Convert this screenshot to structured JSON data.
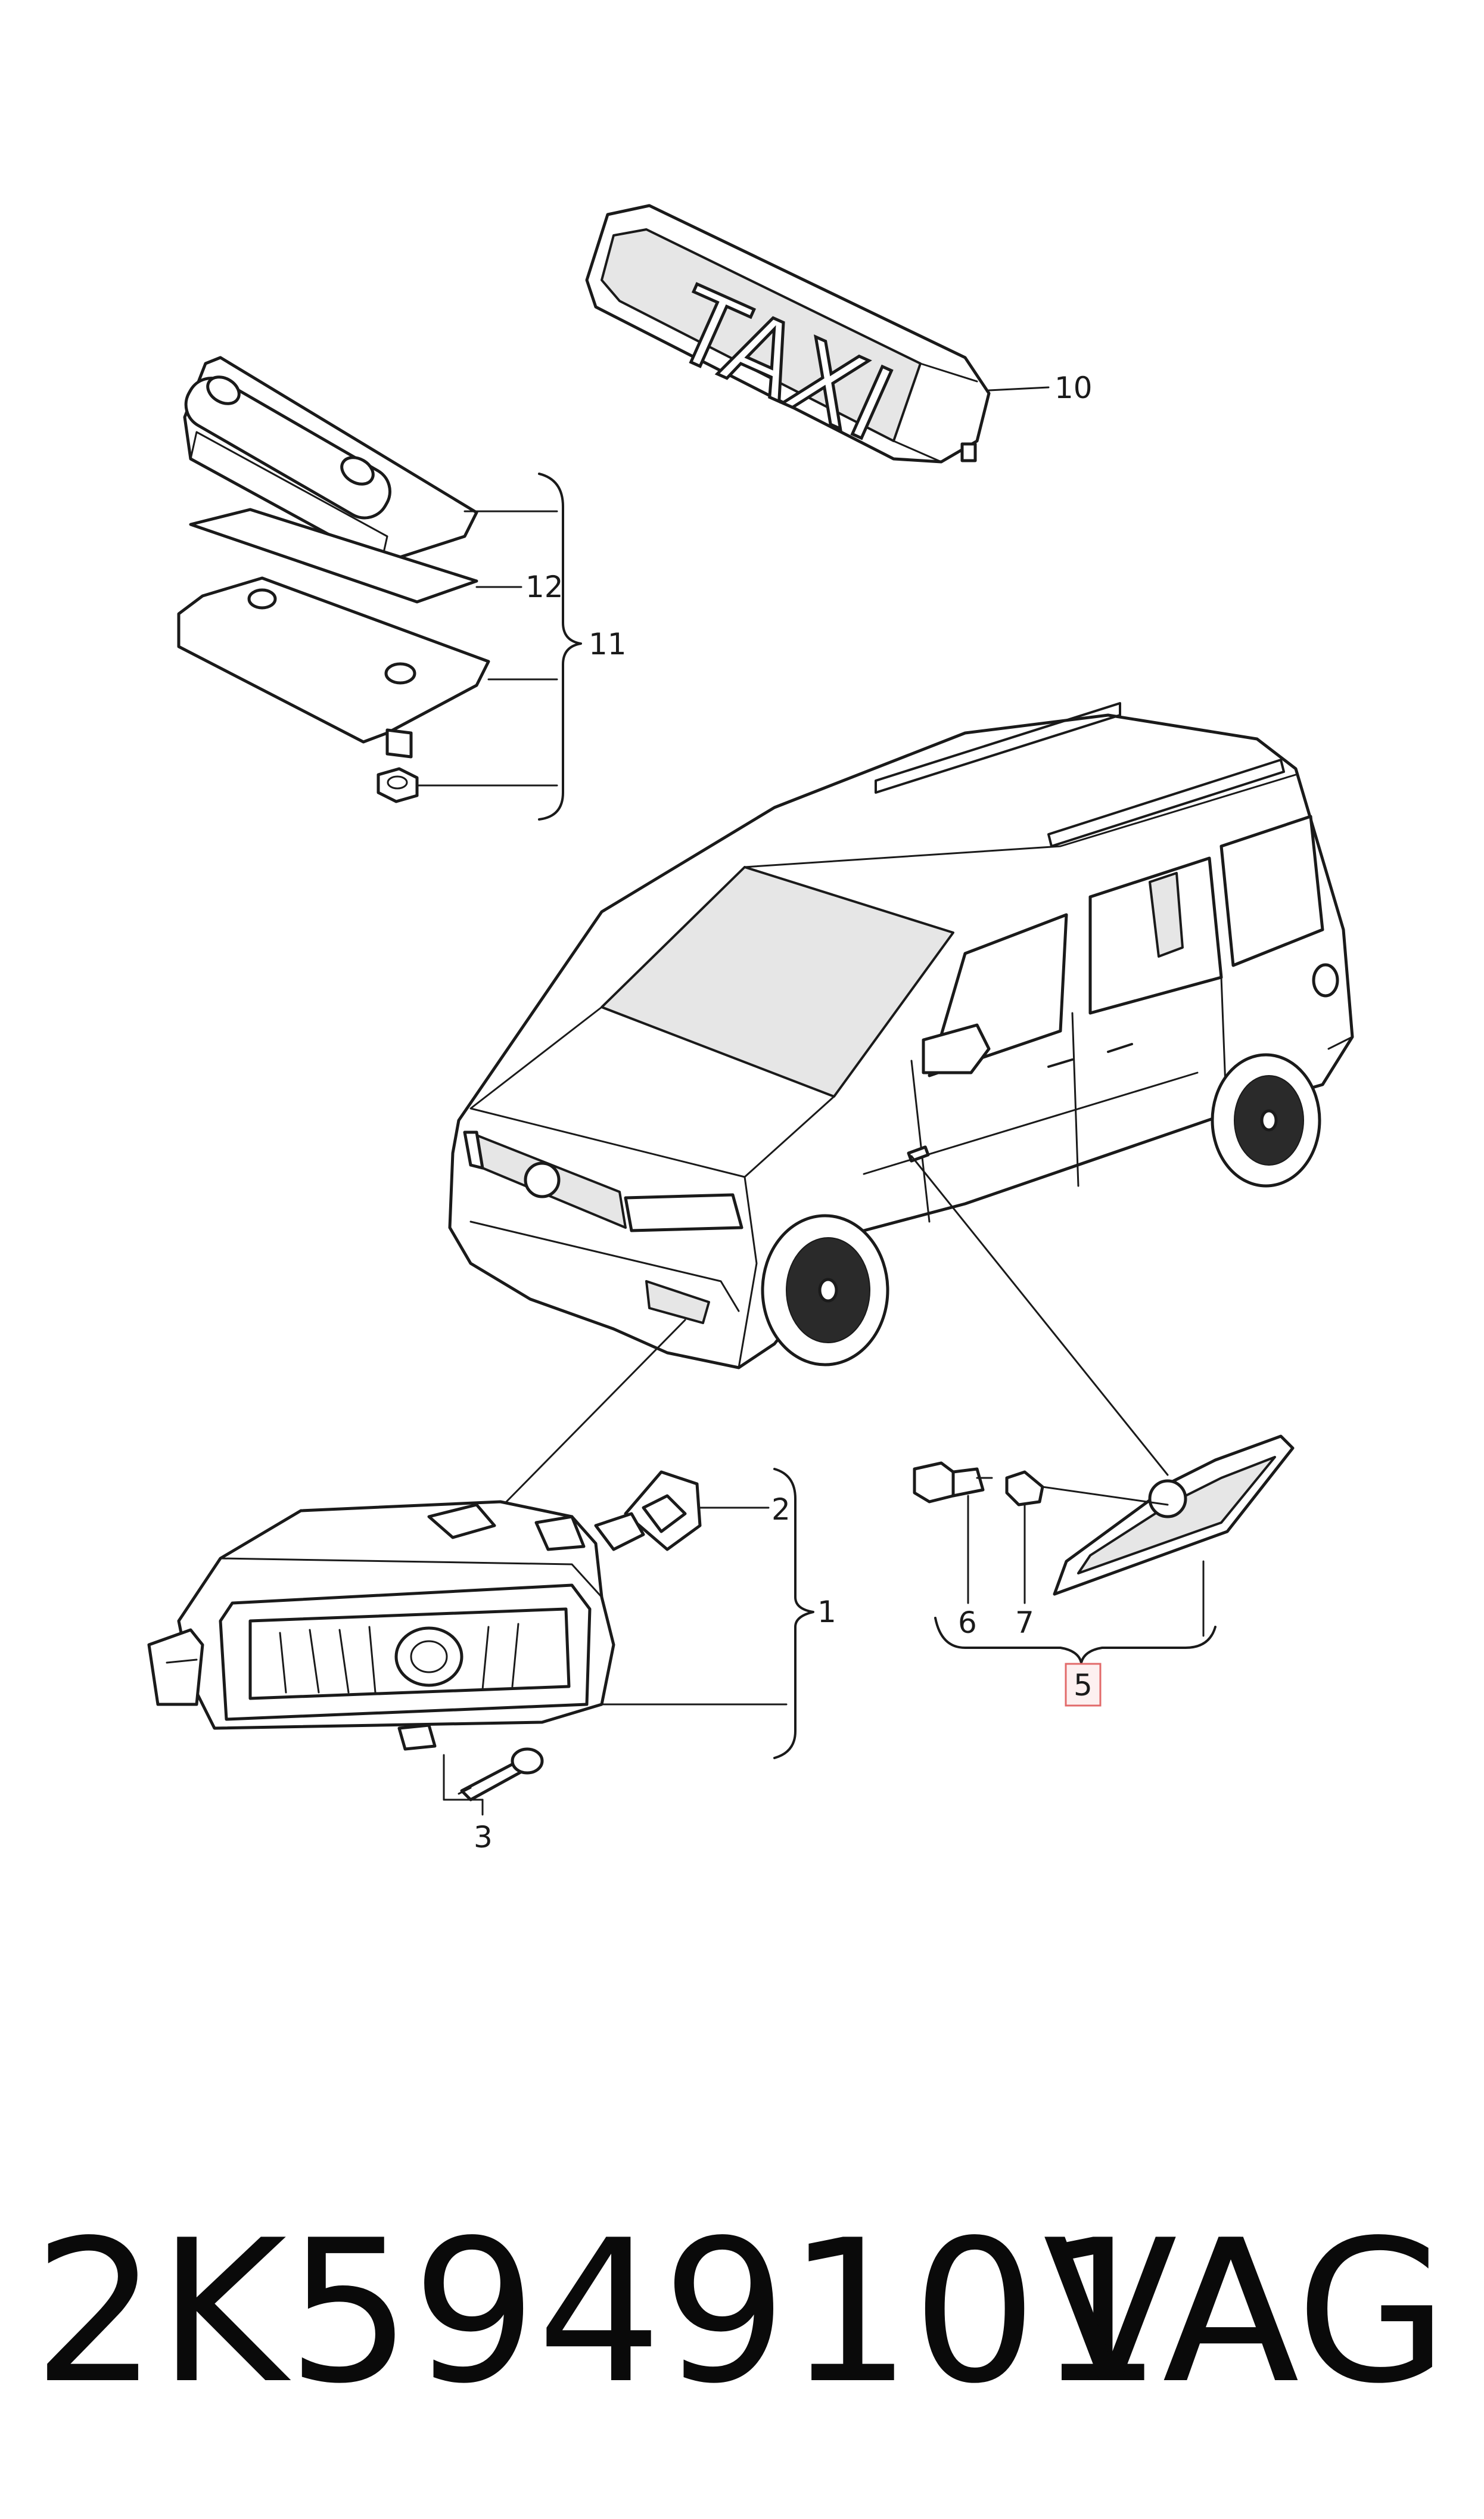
{
  "callouts": {
    "c1": "1",
    "c2": "2",
    "c3": "3",
    "c5": "5",
    "c6": "6",
    "c7": "7",
    "c10": "10",
    "c11": "11",
    "c12": "12"
  },
  "taxi_sign_text": "TAXI",
  "footer": {
    "part_number": "2K5949101A",
    "brand": "VAG"
  },
  "colors": {
    "line": "#1a1a1a",
    "highlight_box": "#e26a6a"
  }
}
